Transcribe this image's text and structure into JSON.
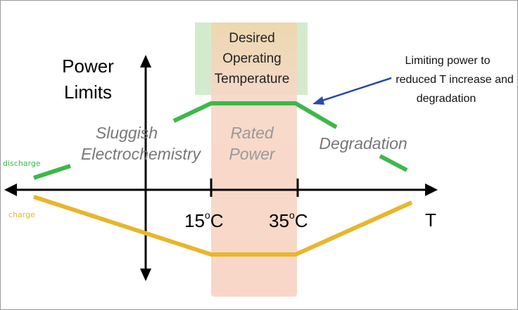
{
  "title": {
    "line1": "Power",
    "line2": "Limits"
  },
  "desired_box": {
    "line1": "Desired",
    "line2": "Operating",
    "line3": "Temperature"
  },
  "annotation": {
    "line1": "Limiting power to",
    "line2": "reduced T increase and",
    "line3": "degradation"
  },
  "regions": {
    "sluggish_line1": "Sluggish",
    "sluggish_line2": "Electrochemistry",
    "rated_line1": "Rated",
    "rated_line2": "Power",
    "degradation": "Degradation"
  },
  "legend": {
    "discharge": "discharge",
    "charge": "charge"
  },
  "axis": {
    "x_label": "T",
    "tick1": "15",
    "tick2": "35",
    "unit": "C",
    "degree": "o"
  },
  "colors": {
    "discharge": "#3cb84a",
    "charge": "#e8b62c",
    "arrow": "#2b4aa8",
    "desired": "#d3ebcd",
    "rated": "#f7d3c3"
  }
}
